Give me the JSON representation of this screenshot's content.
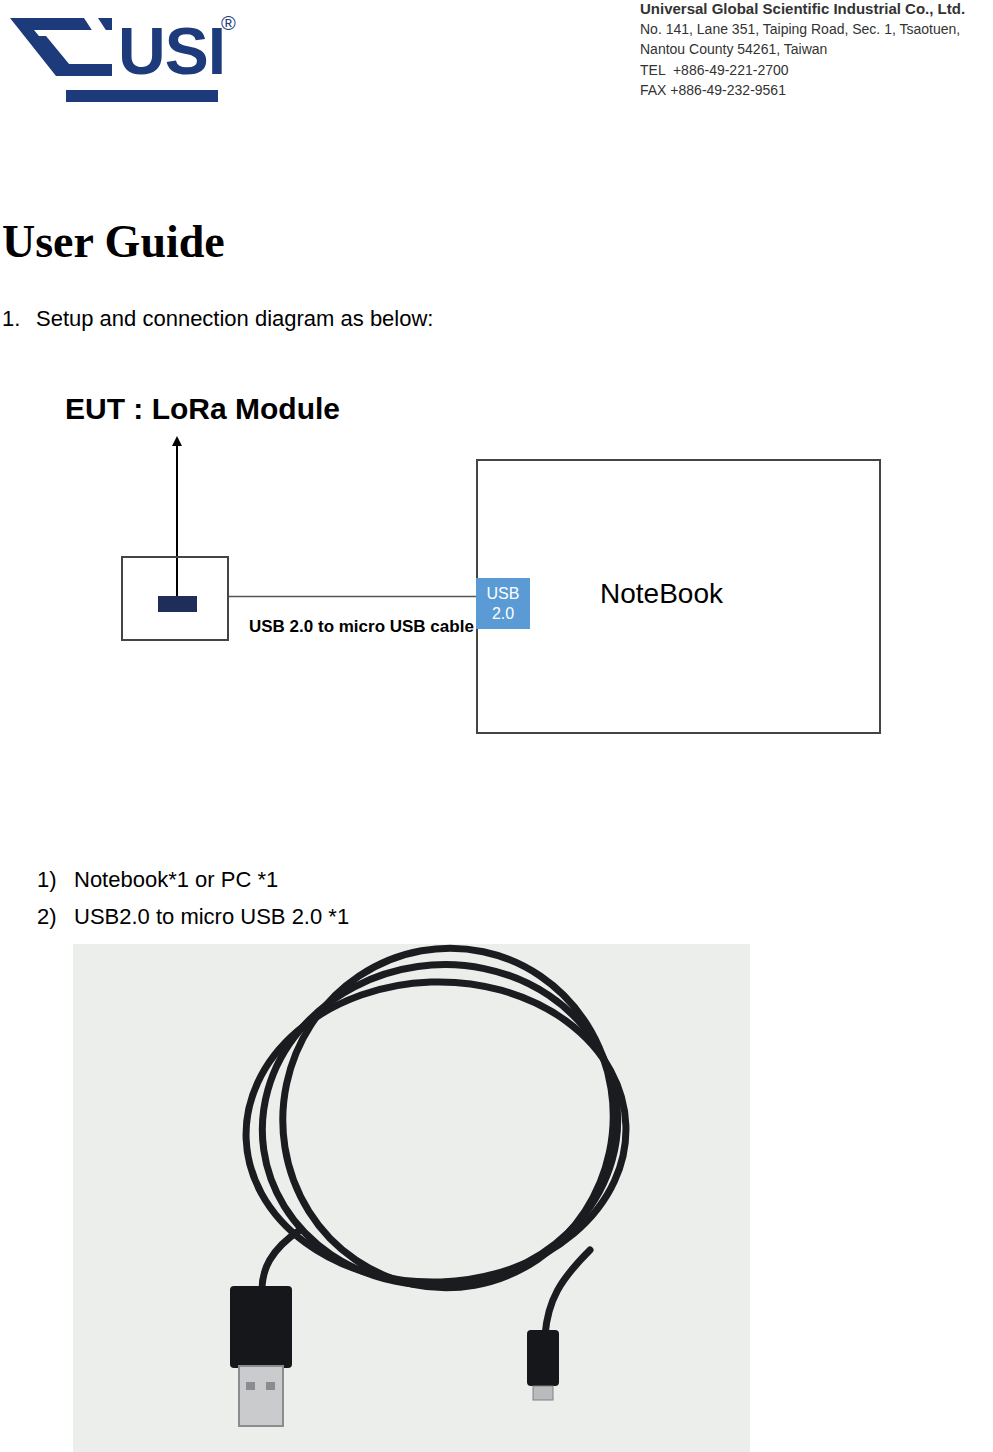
{
  "diagram": {
    "title": "User Guide",
    "nodes": [
      {
        "text": [
          "EUT : LoRa Module"
        ]
      },
      {
        "text": [
          "NoteBook"
        ]
      },
      {
        "text": [
          "USB 2.0"
        ],
        "in": 1
      }
    ],
    "edges": [
      {
        "from": 0,
        "to": 2,
        "arrow": "none",
        "label": "USB 2.0 to micro USB cable"
      }
    ],
    "labels": [
      "USI",
      "®",
      "Universal Global Scientific Industrial Co., Ltd.",
      "No. 141, Lane 351, Taiping Road, Sec. 1, Tsaotuen,",
      "Nantou County 54261, Taiwan",
      "TEL  +886-49-221-2700",
      "FAX +886-49-232-9561",
      "1.",
      "Setup and connection diagram as below:",
      "1)",
      "Notebook*1 or PC *1",
      "2)",
      "USB2.0 to micro USB 2.0 *1"
    ]
  }
}
